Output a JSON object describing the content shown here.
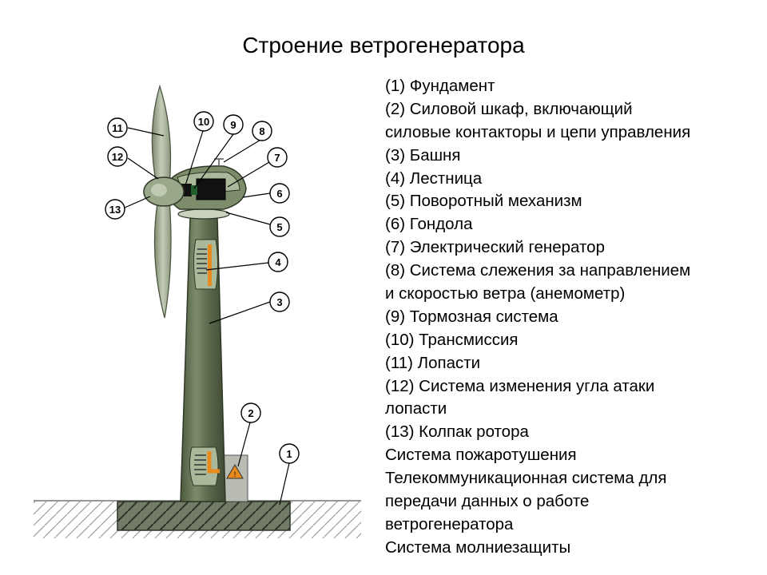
{
  "title": "Строение ветрогенератора",
  "legend": {
    "lines": [
      "(1) Фундамент",
      "(2) Силовой шкаф, включающий",
      "силовые контакторы и цепи управления",
      "(3) Башня",
      "(4) Лестница",
      "(5) Поворотный механизм",
      "(6) Гондола",
      "(7) Электрический генератор",
      "(8) Система слежения за направлением",
      "и скоростью ветра (анемометр)",
      "(9) Тормозная система",
      "(10) Трансмиссия",
      "(11) Лопасти",
      "(12) Система изменения угла атаки",
      "лопасти",
      "(13) Колпак ротора",
      "Система пожаротушения",
      "Телекоммуникационная система для",
      "передачи данных о работе",
      "ветрогенератора",
      "Система молниезащиты"
    ]
  },
  "callouts": [
    "11",
    "12",
    "13",
    "10",
    "9",
    "8",
    "7",
    "6",
    "5",
    "4",
    "3",
    "2",
    "1"
  ],
  "colors": {
    "tower": "#5d6b4d",
    "tower_light": "#8fa07e",
    "blade": "#a9b39d",
    "ladder": "#e98a1e",
    "ground_hatch": "#9a9a9a",
    "foundation": "#656e5a"
  }
}
